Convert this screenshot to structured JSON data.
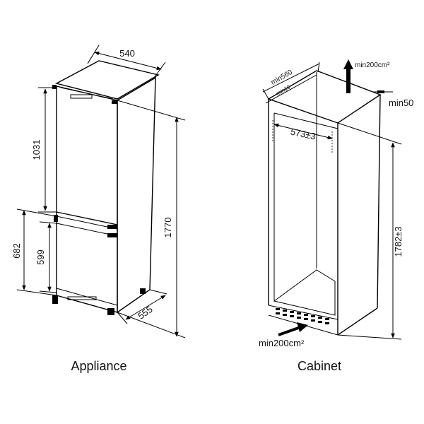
{
  "appliance": {
    "caption": "Appliance",
    "dims": {
      "width": "540",
      "depth": "555",
      "height": "1770",
      "upper": "1031",
      "lower_outer": "682",
      "lower_inner": "599"
    }
  },
  "cabinet": {
    "caption": "Cabinet",
    "dims": {
      "depth_min": "min560",
      "offset_min": "min10",
      "vent_top": "min200cm²",
      "gap_min": "min50",
      "inner_width": "573±3",
      "height": "1782±3",
      "vent_bottom": "min200cm²"
    }
  }
}
